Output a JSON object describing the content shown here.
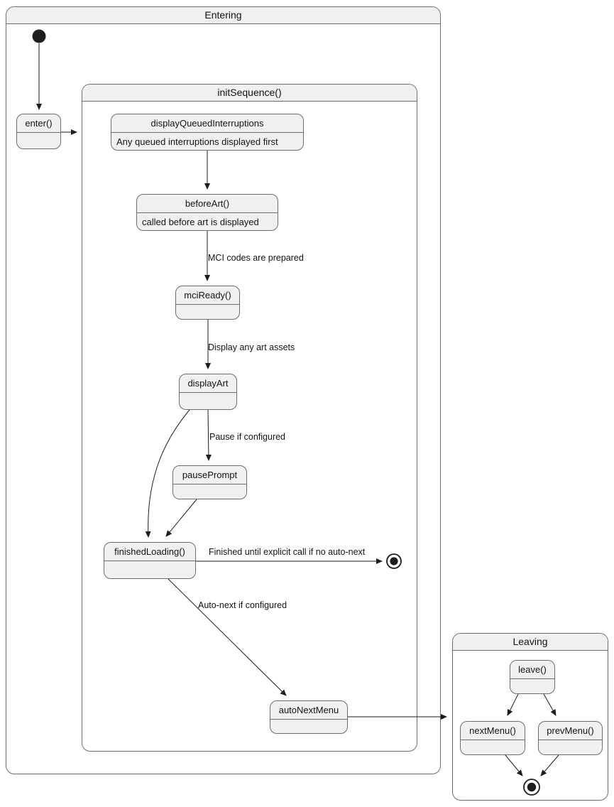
{
  "containers": {
    "entering": {
      "title": "Entering"
    },
    "init_sequence": {
      "title": "initSequence()"
    },
    "leaving": {
      "title": "Leaving"
    }
  },
  "states": {
    "enter": {
      "title": "enter()",
      "description": ""
    },
    "display_queued_interruptions": {
      "title": "displayQueuedInterruptions",
      "description": "Any queued interruptions displayed first"
    },
    "before_art": {
      "title": "beforeArt()",
      "description": "called before art is displayed"
    },
    "mci_ready": {
      "title": "mciReady()",
      "description": ""
    },
    "display_art": {
      "title": "displayArt",
      "description": ""
    },
    "pause_prompt": {
      "title": "pausePrompt",
      "description": ""
    },
    "finished_loading": {
      "title": "finishedLoading()",
      "description": ""
    },
    "auto_next_menu": {
      "title": "autoNextMenu",
      "description": ""
    },
    "leave": {
      "title": "leave()",
      "description": ""
    },
    "next_menu": {
      "title": "nextMenu()",
      "description": ""
    },
    "prev_menu": {
      "title": "prevMenu()",
      "description": ""
    }
  },
  "edge_labels": {
    "mci_codes": "MCI codes are prepared",
    "display_assets": "Display any art assets",
    "pause_if_configured": "Pause if configured",
    "finished_until": "Finished until explicit call if no auto-next",
    "auto_next": "Auto-next if configured"
  },
  "colors": {
    "background": "#ffffff",
    "state_fill": "#f1f1f1",
    "title_band_fill": "#f0f0f0",
    "border": "#6e6e6e",
    "line": "#1d1d1d",
    "text": "#131313"
  }
}
